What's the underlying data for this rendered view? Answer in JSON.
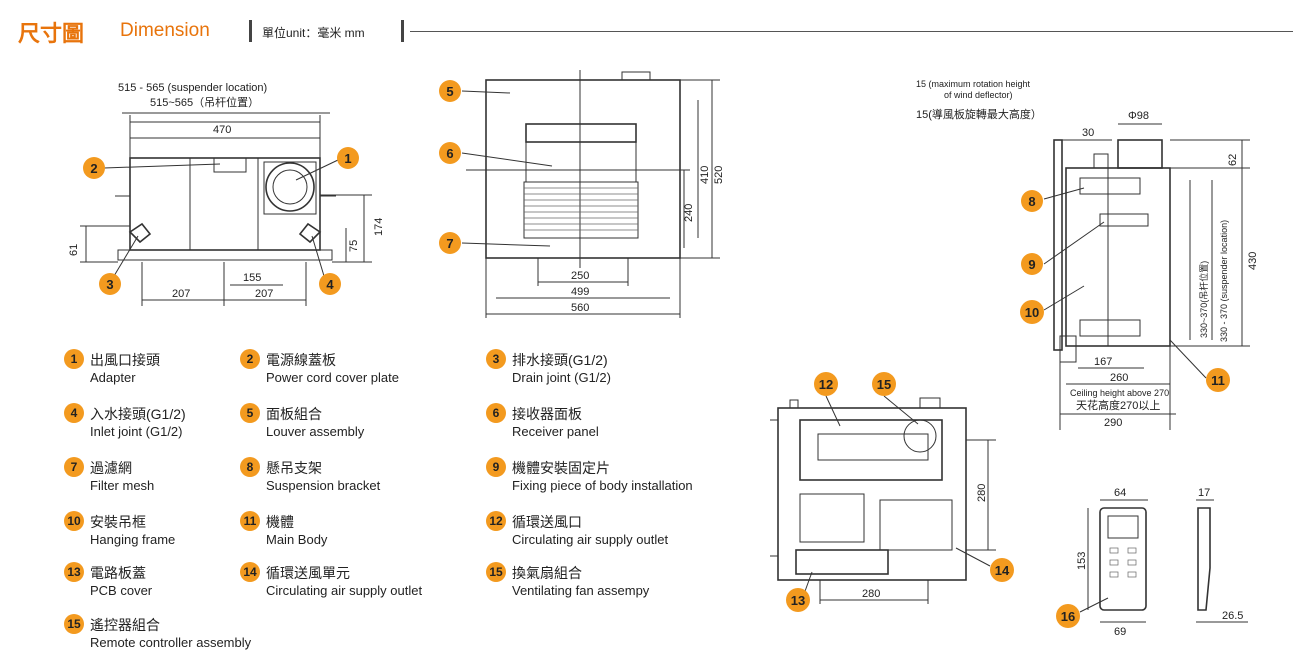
{
  "header": {
    "title_cn": "尺寸圖",
    "title_en": "Dimension",
    "unit": "單位unit：毫米 mm"
  },
  "front_view": {
    "suspender_en": "515 - 565 (suspender location)",
    "suspender_cn": "515~565（吊杆位置）",
    "width": "470",
    "h61": "61",
    "h75": "75",
    "h174": "174",
    "w155": "155",
    "w207a": "207",
    "w207b": "207"
  },
  "top_view": {
    "w250": "250",
    "w499": "499",
    "w560": "560",
    "h240": "240",
    "h410": "410",
    "h520": "520"
  },
  "side_view": {
    "note_en_1": "15 (maximum rotation height",
    "note_en_2": "of wind deflector)",
    "note_cn": "15(導風板旋轉最大高度）",
    "phi98": "Φ98",
    "w30": "30",
    "h62": "62",
    "h430": "430",
    "suspender_v_cn": "330~370(吊杆位置)",
    "suspender_v_en": "330 - 370 (suspender location)",
    "w167": "167",
    "w260": "260",
    "w290": "290",
    "ceiling_en": "Ceiling height above 270",
    "ceiling_cn": "天花高度270以上"
  },
  "bottom_view": {
    "h280": "280",
    "w280": "280"
  },
  "remote_view": {
    "w64": "64",
    "h153": "153",
    "w69": "69",
    "d17": "17",
    "d26_5": "26.5"
  },
  "badges": [
    "1",
    "2",
    "3",
    "4",
    "5",
    "6",
    "7",
    "8",
    "9",
    "10",
    "11",
    "12",
    "13",
    "14",
    "15",
    "16"
  ],
  "legend": [
    {
      "num": "1",
      "zh": "出風口接頭",
      "en": "Adapter"
    },
    {
      "num": "2",
      "zh": "電源線蓋板",
      "en": "Power cord cover plate"
    },
    {
      "num": "3",
      "zh": "排水接頭(G1/2)",
      "en": "Drain joint (G1/2)"
    },
    {
      "num": "4",
      "zh": "入水接頭(G1/2)",
      "en": "Inlet joint (G1/2)"
    },
    {
      "num": "5",
      "zh": "面板組合",
      "en": "Louver assembly"
    },
    {
      "num": "6",
      "zh": "接收器面板",
      "en": "Receiver panel"
    },
    {
      "num": "7",
      "zh": "過濾網",
      "en": "Filter mesh"
    },
    {
      "num": "8",
      "zh": "懸吊支架",
      "en": "Suspension bracket"
    },
    {
      "num": "9",
      "zh": "機體安裝固定片",
      "en": "Fixing piece of body installation"
    },
    {
      "num": "10",
      "zh": "安裝吊框",
      "en": "Hanging frame"
    },
    {
      "num": "11",
      "zh": "機體",
      "en": "Main Body"
    },
    {
      "num": "12",
      "zh": "循環送風口",
      "en": "Circulating air supply outlet"
    },
    {
      "num": "13",
      "zh": "電路板蓋",
      "en": "PCB cover"
    },
    {
      "num": "14",
      "zh": "循環送風單元",
      "en": "Circulating air supply outlet"
    },
    {
      "num": "15",
      "zh": "換氣扇組合",
      "en": "Ventilating fan assempy"
    },
    {
      "num": "15",
      "zh": "遙控器組合",
      "en": "Remote controller assembly"
    }
  ]
}
